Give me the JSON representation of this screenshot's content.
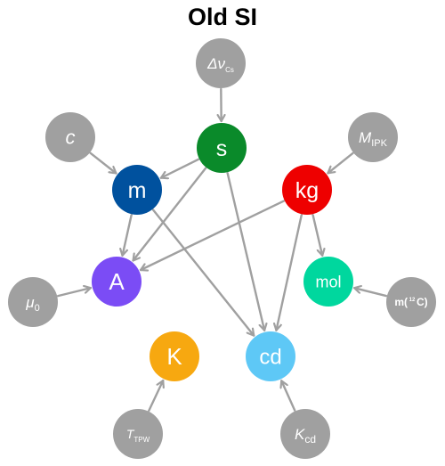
{
  "title": "Old SI",
  "colors": {
    "constant_gray": "#a0a0a0",
    "arrow_gray": "#a0a0a0",
    "s": "#0a8a2a",
    "m": "#00519e",
    "kg": "#ee0000",
    "A": "#7b4cf5",
    "mol": "#00d79e",
    "K": "#f7a810",
    "cd": "#5ec8f6"
  },
  "units": [
    {
      "id": "s",
      "label": "s"
    },
    {
      "id": "m",
      "label": "m"
    },
    {
      "id": "kg",
      "label": "kg"
    },
    {
      "id": "A",
      "label": "A"
    },
    {
      "id": "mol",
      "label": "mol"
    },
    {
      "id": "K",
      "label": "K"
    },
    {
      "id": "cd",
      "label": "cd"
    }
  ],
  "constants": [
    {
      "id": "dnu",
      "main": "Δν",
      "sub": "Cs"
    },
    {
      "id": "c",
      "main": "c",
      "sub": ""
    },
    {
      "id": "MIPK",
      "main": "M",
      "sub": "IPK"
    },
    {
      "id": "mu0",
      "main": "μ",
      "sub": "0"
    },
    {
      "id": "m12C",
      "main": "m(",
      "sup": "12",
      "tail": "C)"
    },
    {
      "id": "TTPW",
      "main": "T",
      "sub": "TPW"
    },
    {
      "id": "Kcd",
      "main": "K",
      "sub": "cd"
    }
  ],
  "edges": [
    {
      "from": "dnu",
      "to": "s"
    },
    {
      "from": "c",
      "to": "m"
    },
    {
      "from": "s",
      "to": "m"
    },
    {
      "from": "MIPK",
      "to": "kg"
    },
    {
      "from": "m",
      "to": "A"
    },
    {
      "from": "s",
      "to": "A"
    },
    {
      "from": "kg",
      "to": "A"
    },
    {
      "from": "mu0",
      "to": "A"
    },
    {
      "from": "kg",
      "to": "mol"
    },
    {
      "from": "m12C",
      "to": "mol"
    },
    {
      "from": "m",
      "to": "cd"
    },
    {
      "from": "s",
      "to": "cd"
    },
    {
      "from": "kg",
      "to": "cd"
    },
    {
      "from": "TTPW",
      "to": "K"
    },
    {
      "from": "Kcd",
      "to": "cd"
    }
  ]
}
